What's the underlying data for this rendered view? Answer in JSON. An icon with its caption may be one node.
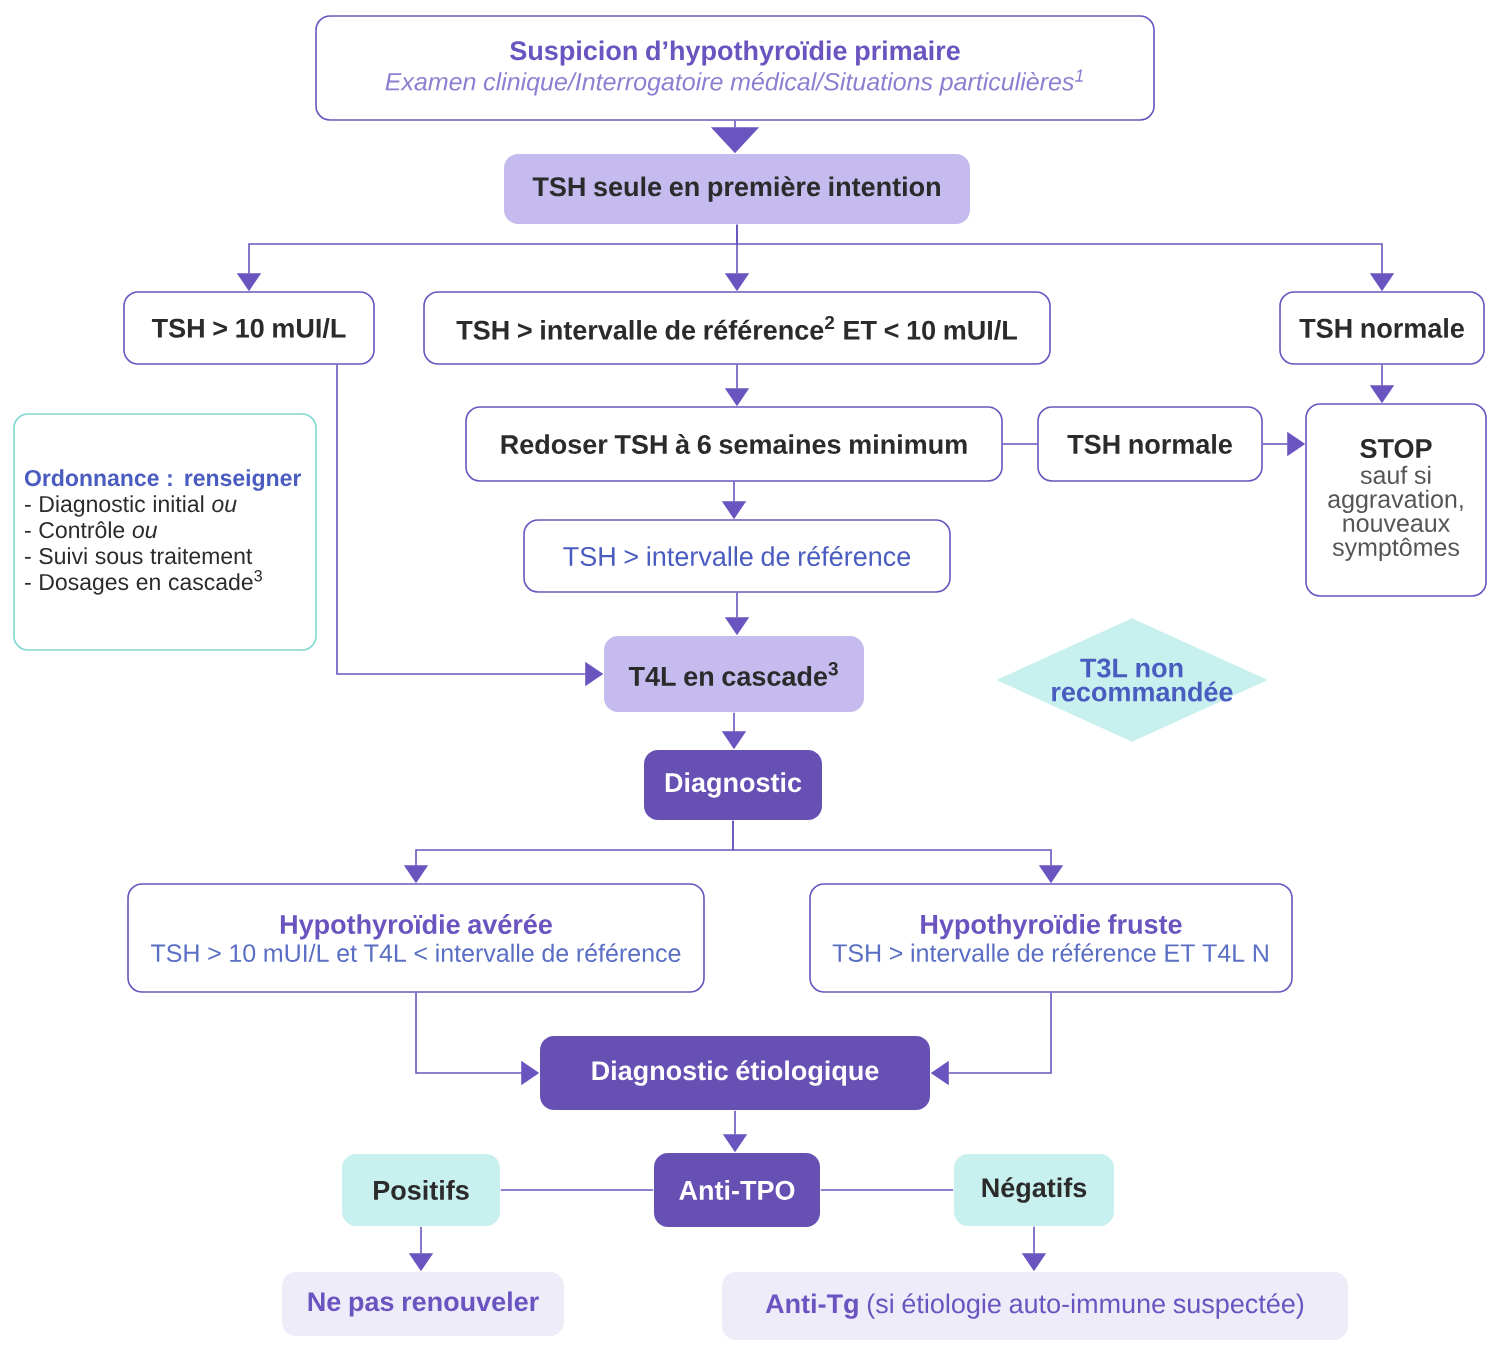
{
  "diagram": {
    "nodes": [
      {
        "text": [
          "Suspicion d’hypothyroïdie primaire",
          "Examen clinique/Interrogatoire médical/Situations particulières$^{1}$"
        ]
      },
      {
        "text": [
          "TSH seule en première intention"
        ]
      },
      {
        "text": [
          "TSH > 10 mUI/L"
        ]
      },
      {
        "text": [
          "TSH > intervalle de référence$^{2}$ ET < 10 mUI/L"
        ]
      },
      {
        "text": [
          "TSH  normale"
        ]
      },
      {
        "text": [
          "Redoser TSH à 6 semaines minimum"
        ]
      },
      {
        "text": [
          "TSH  normale"
        ]
      },
      {
        "text": [
          "STOP",
          "sauf si aggravation, nouveaux symptômes"
        ]
      },
      {
        "text": [
          "TSH > intervalle de référence"
        ]
      },
      {
        "text": [
          "T4L en cascade$^{3}$"
        ]
      },
      {
        "text": [
          "Ordonnance : renseigner",
          "- Diagnostic initial *ou*",
          "- Contrôle *ou*",
          "- Suivi sous traitement",
          "- Dosages en cascade$^{3}$"
        ]
      },
      {
        "text": [
          "T3L non recommandée"
        ]
      },
      {
        "text": [
          "Diagnostic"
        ]
      },
      {
        "text": [
          "Hypothyroïdie avérée",
          "TSH > 10 mUI/L et T4L < intervalle de référence"
        ]
      },
      {
        "text": [
          "Hypothyroïdie fruste",
          "TSH > intervalle de référence ET T4L N"
        ]
      },
      {
        "text": [
          "Diagnostic étiologique"
        ]
      },
      {
        "text": [
          "Positifs"
        ]
      },
      {
        "text": [
          "Anti-TPO"
        ]
      },
      {
        "text": [
          "Négatifs"
        ]
      },
      {
        "text": [
          "Ne pas renouveler"
        ]
      },
      {
        "text": [
          "**Anti-Tg** (si étiologie auto-immune suspectée)"
        ]
      }
    ],
    "edges": [
      {
        "from": 0,
        "to": 1,
        "arrow": "to"
      },
      {
        "from": 1,
        "to": 2,
        "arrow": "to"
      },
      {
        "from": 1,
        "to": 3,
        "arrow": "to"
      },
      {
        "from": 1,
        "to": 4,
        "arrow": "to"
      },
      {
        "from": 3,
        "to": 5,
        "arrow": "to"
      },
      {
        "from": 2,
        "to": 9,
        "arrow": "to"
      },
      {
        "from": 5,
        "to": 6,
        "arrow": "none"
      },
      {
        "from": 6,
        "to": 7,
        "arrow": "to"
      },
      {
        "from": 4,
        "to": 7,
        "arrow": "to"
      },
      {
        "from": 5,
        "to": 8,
        "arrow": "to"
      },
      {
        "from": 8,
        "to": 9,
        "arrow": "to"
      },
      {
        "from": 9,
        "to": 12,
        "arrow": "to"
      },
      {
        "from": 12,
        "to": 13,
        "arrow": "to"
      },
      {
        "from": 12,
        "to": 14,
        "arrow": "to"
      },
      {
        "from": 13,
        "to": 15,
        "arrow": "to"
      },
      {
        "from": 14,
        "to": 15,
        "arrow": "to"
      },
      {
        "from": 15,
        "to": 17,
        "arrow": "to"
      },
      {
        "from": 17,
        "to": 16,
        "arrow": "none"
      },
      {
        "from": 17,
        "to": 18,
        "arrow": "none"
      },
      {
        "from": 16,
        "to": 19,
        "arrow": "to"
      },
      {
        "from": 18,
        "to": 20,
        "arrow": "to"
      }
    ]
  }
}
